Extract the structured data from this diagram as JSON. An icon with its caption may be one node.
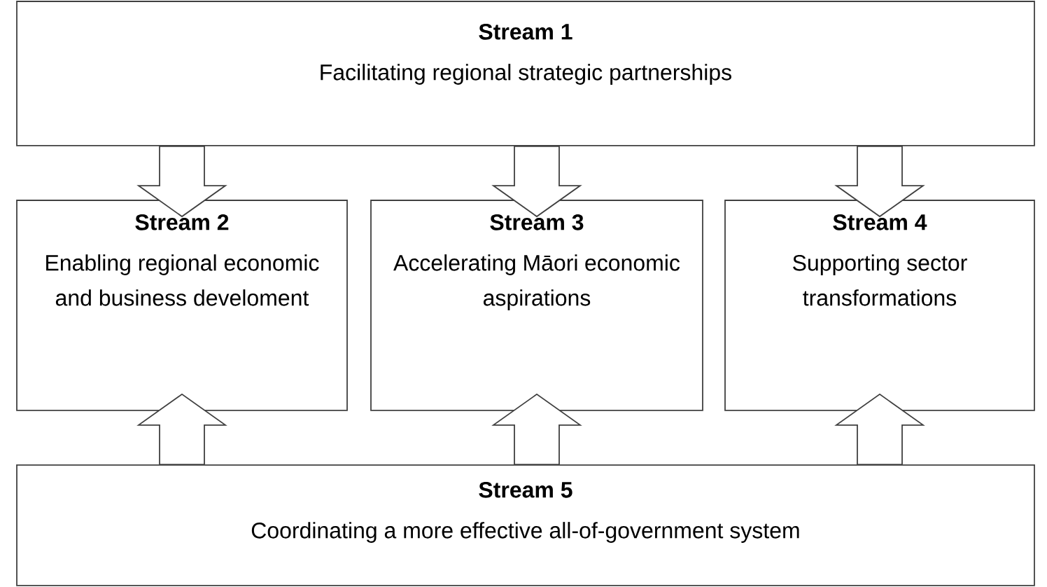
{
  "diagram": {
    "nodes": [
      {
        "text": [
          "Stream 1",
          "Facilitating regional strategic partnerships"
        ]
      },
      {
        "text": [
          "Stream 2",
          "Enabling regional economic and business develoment"
        ]
      },
      {
        "text": [
          "Stream 3",
          "Accelerating Māori economic aspirations"
        ]
      },
      {
        "text": [
          "Stream 4",
          "Supporting sector transformations"
        ]
      },
      {
        "text": [
          "Stream 5",
          "Coordinating a more effective all-of-government system"
        ]
      }
    ],
    "edges": [
      {
        "from": 0,
        "to": 1,
        "arrow": "to"
      },
      {
        "from": 0,
        "to": 2,
        "arrow": "to"
      },
      {
        "from": 0,
        "to": 3,
        "arrow": "to"
      },
      {
        "from": 4,
        "to": 1,
        "arrow": "to"
      },
      {
        "from": 4,
        "to": 2,
        "arrow": "to"
      },
      {
        "from": 4,
        "to": 3,
        "arrow": "to"
      }
    ]
  }
}
